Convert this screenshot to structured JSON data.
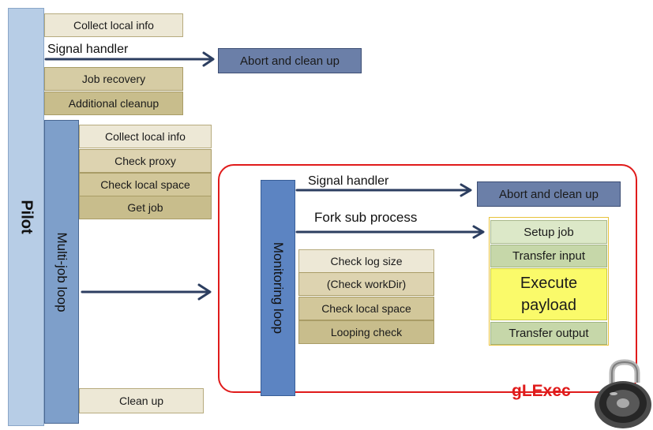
{
  "pilot": {
    "label": "Pilot"
  },
  "top": {
    "collect_local_info": "Collect local info",
    "signal_handler": "Signal handler",
    "abort": "Abort and clean up",
    "job_recovery": "Job recovery",
    "additional_cleanup": "Additional cleanup"
  },
  "multijob": {
    "label": "Multi-job loop",
    "collect_local_info": "Collect local info",
    "check_proxy": "Check proxy",
    "check_local_space": "Check local space",
    "get_job": "Get job",
    "clean_up": "Clean up"
  },
  "glexec": {
    "label": "gLExec",
    "signal_handler": "Signal handler",
    "abort": "Abort and clean up",
    "fork": "Fork sub process",
    "monitoring_label": "Monitoring loop",
    "checks": [
      "Check log size",
      "(Check workDir)",
      "Check local space",
      "Looping check"
    ],
    "setup_job": "Setup job",
    "transfer_input": "Transfer input",
    "execute_payload": "Execute\npayload",
    "transfer_output": "Transfer output"
  },
  "colors": {
    "frame": "#e01b1b",
    "arrow": "#2c3e60"
  }
}
